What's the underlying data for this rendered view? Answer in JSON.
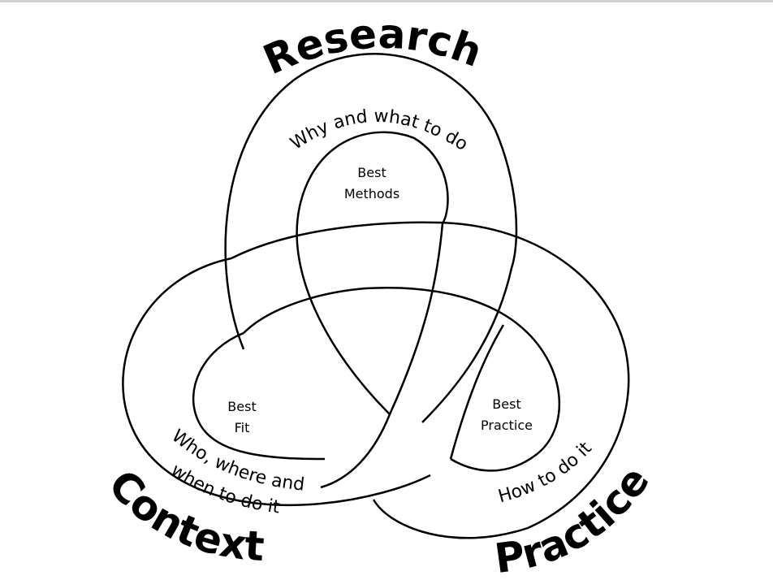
{
  "diagram": {
    "research": {
      "title": "Research",
      "subtitle": "Why and what to do"
    },
    "context": {
      "title": "Context",
      "subtitle_line1": "Who, where and",
      "subtitle_line2": "when to do it"
    },
    "practice": {
      "title": "Practice",
      "subtitle": "How to do it"
    },
    "overlaps": {
      "methods": [
        "Best",
        "Methods"
      ],
      "fit": [
        "Best",
        "Fit"
      ],
      "practice": [
        "Best",
        "Practice"
      ]
    }
  }
}
